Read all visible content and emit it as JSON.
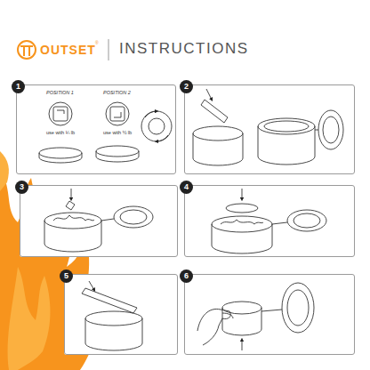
{
  "diagram": {
    "title": "INSTRUCTIONS",
    "nodes": [
      {
        "text": [
          "1"
        ]
      },
      {
        "text": [
          "2"
        ]
      },
      {
        "text": [
          "3"
        ]
      },
      {
        "text": [
          "4"
        ]
      },
      {
        "text": [
          "5"
        ]
      },
      {
        "text": [
          "6"
        ]
      }
    ],
    "labels": [
      "OUTSET",
      "®",
      "POSITION 1",
      "POSITION 2",
      "use with ¼ lb",
      "use with ½ lb"
    ]
  }
}
